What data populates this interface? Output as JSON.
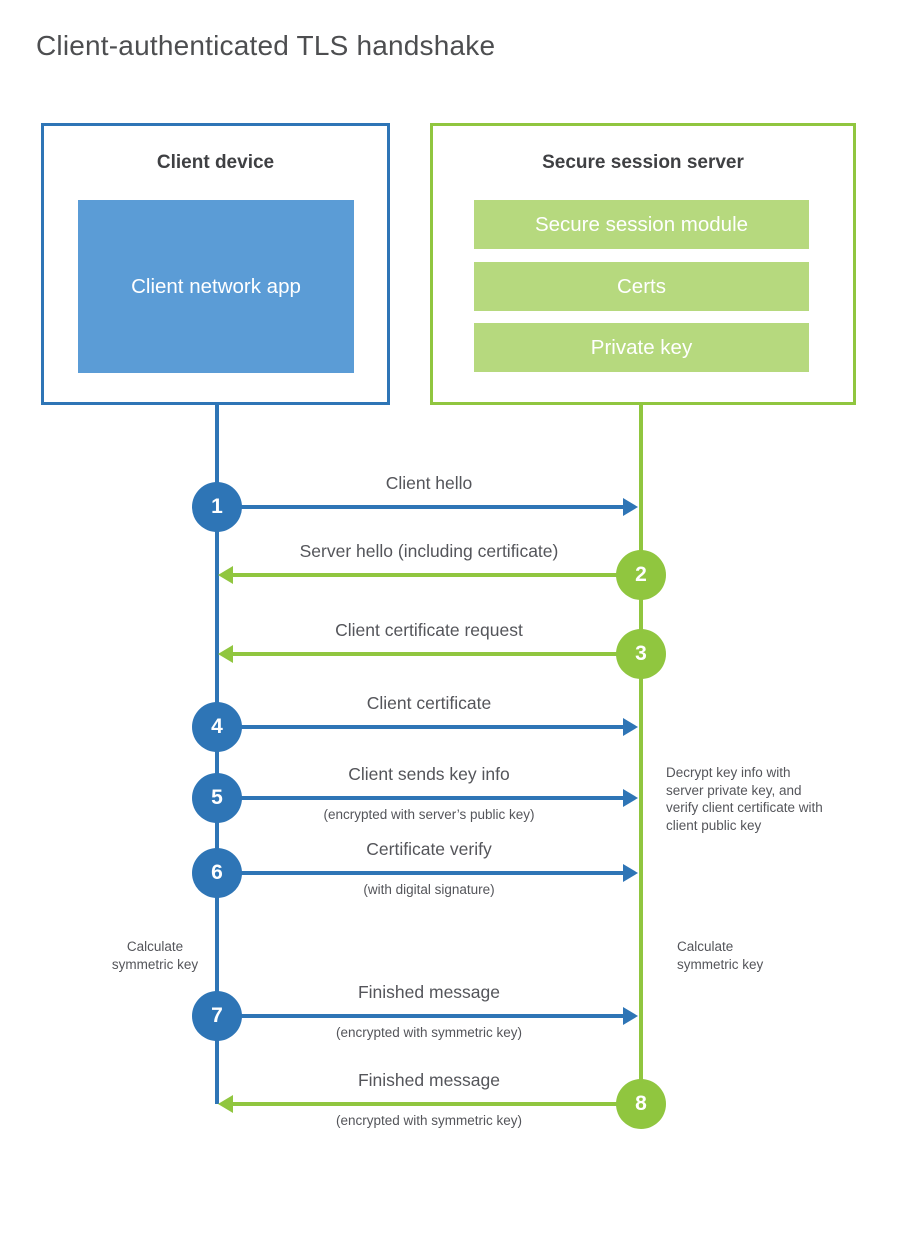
{
  "title": "Client-authenticated TLS handshake",
  "colors": {
    "blue_stroke": "#2e75b6",
    "blue_fill": "#5b9cd6",
    "green_stroke": "#90c63f",
    "green_fill": "#b6d97e"
  },
  "client": {
    "title": "Client device",
    "app_label": "Client network app"
  },
  "server": {
    "title": "Secure session server",
    "modules": [
      "Secure session module",
      "Certs",
      "Private key"
    ]
  },
  "steps": [
    {
      "num": "1",
      "label": "Client hello",
      "from": "client",
      "direction": "right"
    },
    {
      "num": "2",
      "label": "Server hello (including certificate)",
      "from": "server",
      "direction": "left"
    },
    {
      "num": "3",
      "label": "Client certificate request",
      "from": "server",
      "direction": "left"
    },
    {
      "num": "4",
      "label": "Client certificate",
      "from": "client",
      "direction": "right"
    },
    {
      "num": "5",
      "label": "Client sends key info",
      "sub": "(encrypted with server’s public key)",
      "from": "client",
      "direction": "right"
    },
    {
      "num": "6",
      "label": "Certificate verify",
      "sub": "(with digital signature)",
      "from": "client",
      "direction": "right"
    },
    {
      "num": "7",
      "label": "Finished message",
      "sub": "(encrypted with symmetric key)",
      "from": "client",
      "direction": "right"
    },
    {
      "num": "8",
      "label": "Finished message",
      "sub": "(encrypted with symmetric key)",
      "from": "server",
      "direction": "left"
    }
  ],
  "notes": {
    "decrypt": "Decrypt key info with server private key, and verify client certificate with client public key",
    "calc_left": "Calculate symmetric key",
    "calc_right": "Calculate symmetric key"
  }
}
